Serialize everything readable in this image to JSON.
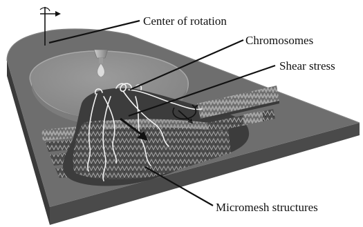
{
  "figure": {
    "labels": {
      "center_of_rotation": "Center of rotation",
      "chromosomes": "Chromosomes",
      "shear_stress": "Shear stress",
      "micromesh_structures": "Micromesh structures"
    },
    "colors": {
      "plate_top": "#6e6e6e",
      "plate_side": "#4a4a4a",
      "plate_dark_side": "#3a3a3a",
      "disc_region": "#8d8d8d",
      "disc_rim": "#a8a8a8",
      "pool": "#3c3c3c",
      "mesh": "#9a9a9a",
      "mesh_shadow": "#2e2e2e",
      "chromosome_line": "#f4f4f4",
      "leader_line": "#111111",
      "text": "#111111"
    },
    "icons": {
      "rotation": "rotation-arrow-icon",
      "pipette": "pipette-droplet-icon",
      "shear": "curved-shear-arrow-icon",
      "flow": "flow-direction-arrow-icon"
    }
  }
}
